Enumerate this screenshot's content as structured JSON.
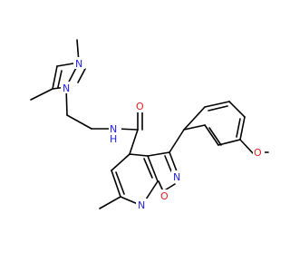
{
  "molecule": {
    "atoms": {
      "n_pyrazole_1": "N",
      "n_pyrazole_2": "N",
      "n_amide": "N",
      "h_amide": "H",
      "o_carbonyl": "O",
      "o_methoxy": "O",
      "n_isoxazole": "N",
      "o_isoxazole": "O",
      "n_pyridine": "N"
    },
    "colors": {
      "bond": "#000000",
      "nitrogen": "#1f1fe0",
      "oxygen": "#e01f1f"
    }
  }
}
